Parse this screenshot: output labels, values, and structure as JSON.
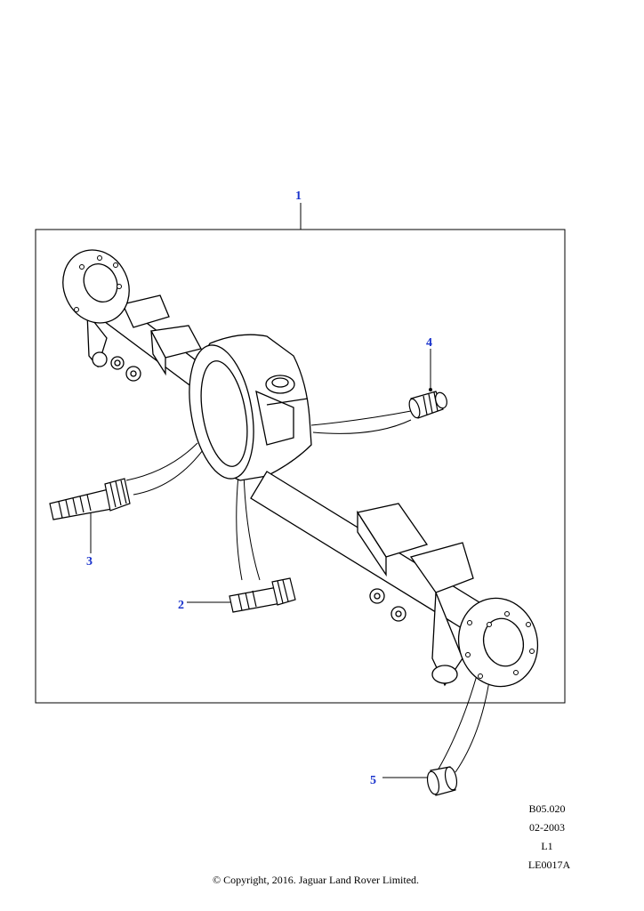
{
  "callouts": [
    {
      "label": "1",
      "color": "#1a33cc"
    },
    {
      "label": "2",
      "color": "#1a33cc"
    },
    {
      "label": "3",
      "color": "#1a33cc"
    },
    {
      "label": "4",
      "color": "#1a33cc"
    },
    {
      "label": "5",
      "color": "#1a33cc"
    }
  ],
  "reference": {
    "code": "B05.020",
    "date": "02-2003",
    "level": "L1",
    "id": "LE0017A"
  },
  "copyright": "© Copyright, 2016. Jaguar Land Rover Limited.",
  "colors": {
    "line": "#000000",
    "fill": "#ffffff",
    "callout": "#1a33cc"
  }
}
